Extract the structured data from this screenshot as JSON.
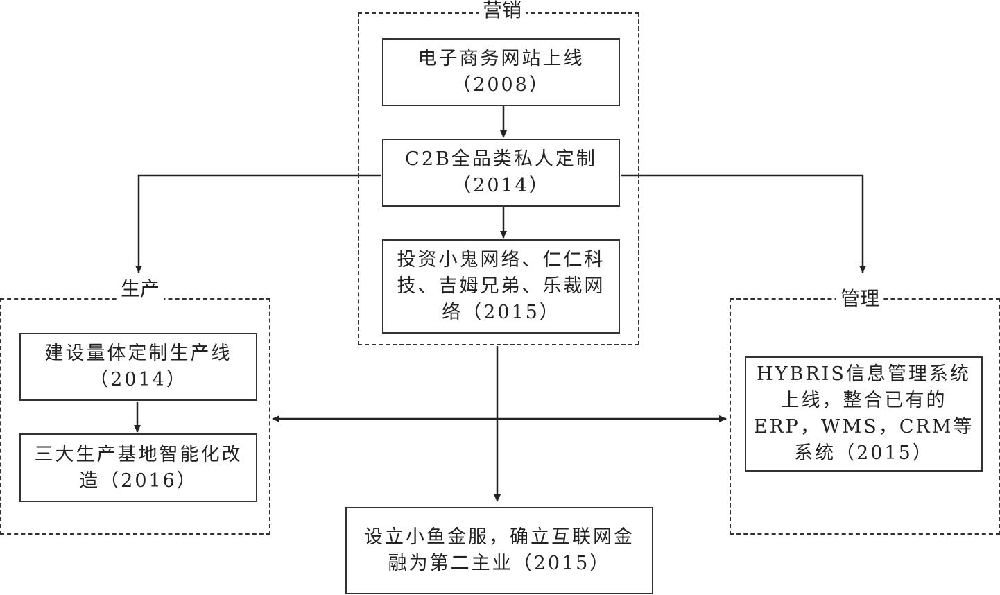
{
  "groups": {
    "marketing": "营销",
    "production": "生产",
    "management": "管理"
  },
  "boxes": {
    "ecommerce": "电子商务网站上线\n（2008）",
    "c2b": "C2B全品类私人定制\n（2014）",
    "invest": "投资小鬼网络、仁仁科\n技、吉姆兄弟、乐裁网\n络（2015）",
    "line": "建设量体定制生产线\n（2014）",
    "bases": "三大生产基地智能化改\n造（2016）",
    "hybris": "HYBRIS信息管理系统\n上线，整合已有的\nERP，WMS，CRM等\n系统（2015）",
    "finance": "设立小鱼金服，确立互联网金\n融为第二主业（2015）"
  }
}
